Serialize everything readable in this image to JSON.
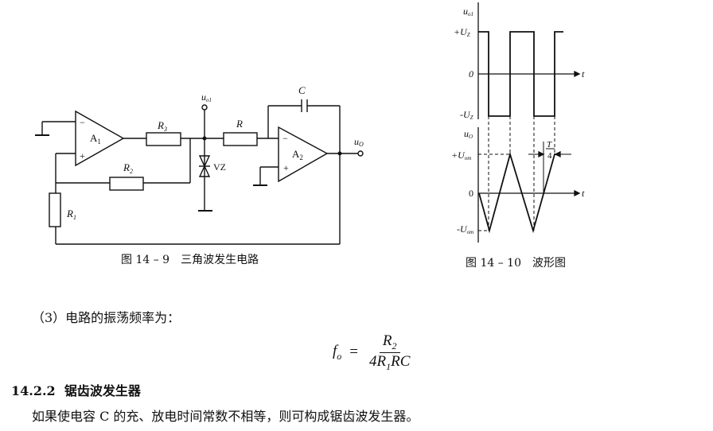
{
  "circuit": {
    "labels": {
      "a1": "A",
      "a1_sub": "1",
      "a2": "A",
      "a2_sub": "2",
      "r3": "R",
      "r3_sub": "3",
      "r": "R",
      "r2": "R",
      "r2_sub": "2",
      "r1": "R",
      "r1_sub": "1",
      "c": "C",
      "vz": "VZ",
      "uo1": "u",
      "uo1_sub": "o1",
      "uo": "u",
      "uo_sub": "O",
      "minus": "−",
      "plus": "+"
    },
    "caption": "图 14 – 9　三角波发生电路"
  },
  "waveform": {
    "upper": {
      "ylabel": "u",
      "ylabel_sub": "o1",
      "pos": "+U",
      "pos_sub": "Z",
      "zero": "0",
      "neg": "-U",
      "neg_sub": "Z",
      "t": "t"
    },
    "lower": {
      "ylabel": "u",
      "ylabel_sub": "O",
      "pos": "+U",
      "pos_sub": "om",
      "zero": "0",
      "neg": "-U",
      "neg_sub": "om",
      "t": "t",
      "period_num": "T",
      "period_den": "4"
    },
    "caption": "图 14 – 10　波形图"
  },
  "text": {
    "item3": "（3）电路的振荡频率为：",
    "formula": {
      "lhs": "f",
      "lhs_sub": "o",
      "eq": "=",
      "num": "R",
      "num_sub": "2",
      "den_a": "4R",
      "den_sub": "1",
      "den_b": "RC"
    },
    "section_no": "14.2.2",
    "section_title": "锯齿波发生器",
    "para": "如果使电容 C 的充、放电时间常数不相等，则可构成锯齿波发生器。"
  }
}
